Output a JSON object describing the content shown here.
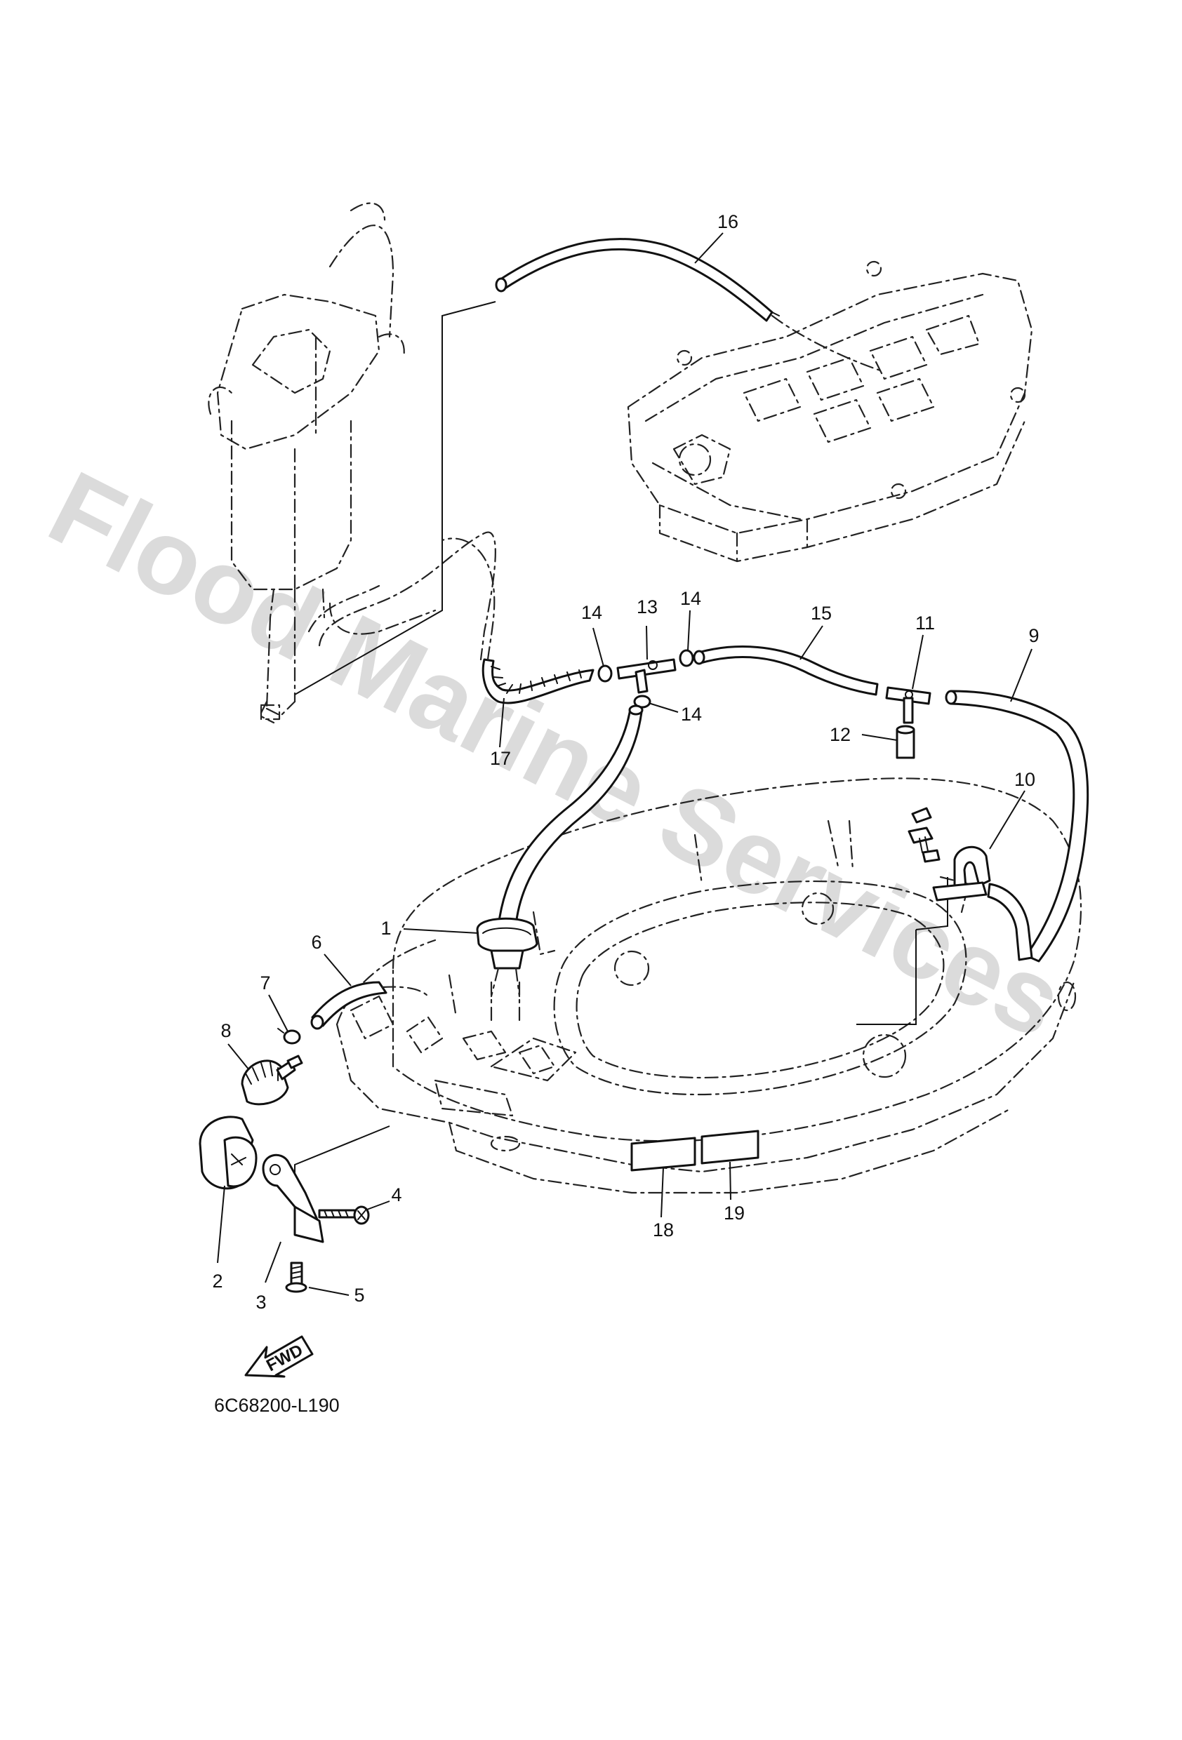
{
  "watermark": "Flood Marine Services",
  "diagram_code": "6C68200-L190",
  "fwd_label": "FWD",
  "callouts": [
    "1",
    "2",
    "3",
    "4",
    "5",
    "6",
    "7",
    "8",
    "9",
    "10",
    "11",
    "12",
    "13",
    "14",
    "14",
    "14",
    "15",
    "16",
    "17",
    "18",
    "19"
  ]
}
